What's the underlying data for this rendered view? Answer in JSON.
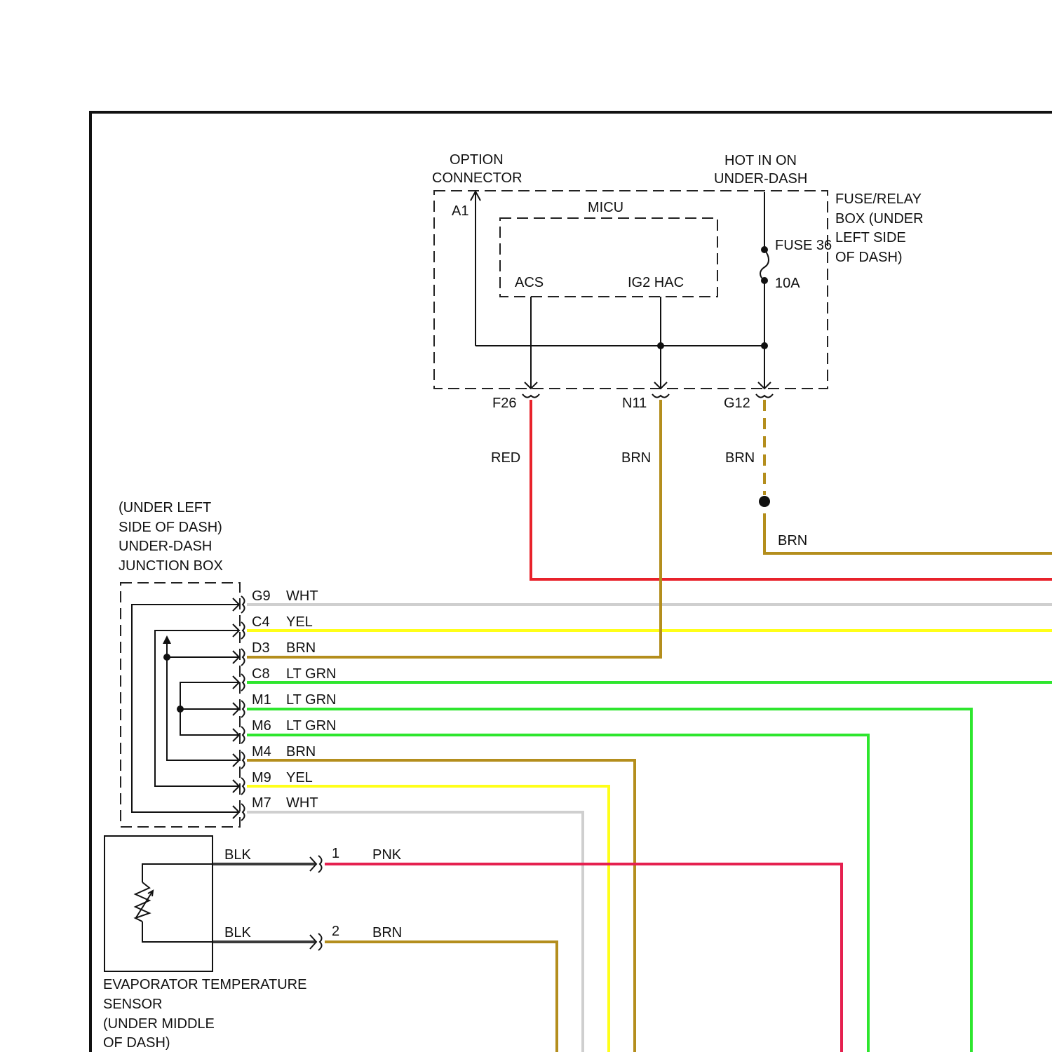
{
  "colors": {
    "red": "#e8222b",
    "brn": "#b48e1d",
    "wht": "#cfcfcf",
    "yel": "#ffff19",
    "ltgrn": "#2ee62e",
    "pnk": "#e5204f",
    "blk": "#3a3a3a"
  },
  "option_connector": {
    "line1": "OPTION",
    "line2": "CONNECTOR",
    "pin": "A1"
  },
  "micu": {
    "title": "MICU",
    "acs": "ACS",
    "ig2hac": "IG2 HAC"
  },
  "hot_in_on": {
    "line1": "HOT IN ON",
    "line2": "UNDER-DASH"
  },
  "fuse_relay_box": {
    "line1": "FUSE/RELAY",
    "line2": "BOX (UNDER",
    "line3": "LEFT SIDE",
    "line4": "OF DASH)"
  },
  "fuse": {
    "name": "FUSE 36",
    "rating": "10A"
  },
  "top_connectors": [
    {
      "pin": "F26",
      "wire": "RED"
    },
    {
      "pin": "N11",
      "wire": "BRN"
    },
    {
      "pin": "G12",
      "wire": "BRN"
    }
  ],
  "g12_branch_label": "BRN",
  "junction_box": {
    "line1": "(UNDER LEFT",
    "line2": "SIDE OF DASH)",
    "line3": "UNDER-DASH",
    "line4": "JUNCTION BOX",
    "pins": [
      {
        "pin": "G9",
        "wire": "WHT"
      },
      {
        "pin": "C4",
        "wire": "YEL"
      },
      {
        "pin": "D3",
        "wire": "BRN"
      },
      {
        "pin": "C8",
        "wire": "LT GRN"
      },
      {
        "pin": "M1",
        "wire": "LT GRN"
      },
      {
        "pin": "M6",
        "wire": "LT GRN"
      },
      {
        "pin": "M4",
        "wire": "BRN"
      },
      {
        "pin": "M9",
        "wire": "YEL"
      },
      {
        "pin": "M7",
        "wire": "WHT"
      }
    ]
  },
  "sensor": {
    "line1": "EVAPORATOR TEMPERATURE",
    "line2": "SENSOR",
    "line3": "(UNDER MIDDLE",
    "line4": "OF DASH)",
    "pins": [
      {
        "pin": "1",
        "side_wire": "BLK",
        "wire": "PNK"
      },
      {
        "pin": "2",
        "side_wire": "BLK",
        "wire": "BRN"
      }
    ]
  }
}
